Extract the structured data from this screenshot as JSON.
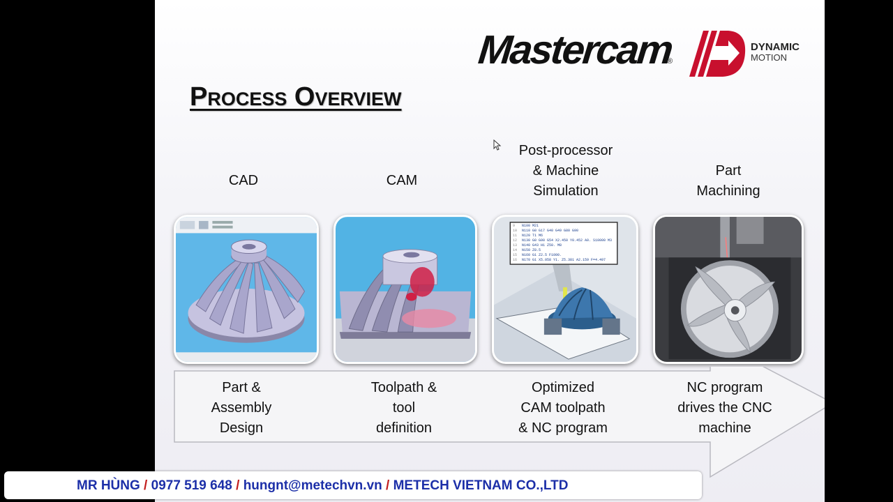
{
  "slide": {
    "logo": {
      "brand": "Mastercam",
      "reg_mark": "®",
      "mark_line1": "DYNAMIC",
      "mark_line2": "MOTION",
      "accent": "#c8102e"
    },
    "title": "Process Overview",
    "steps": [
      {
        "label": "CAD",
        "description": "Part &\nAssembly\nDesign",
        "image": "cad-impeller-model"
      },
      {
        "label": "CAM",
        "description": "Toolpath &\ntool\ndefinition",
        "image": "cam-toolpath-view"
      },
      {
        "label": "Post-processor\n& Machine\nSimulation",
        "description": "Optimized\nCAM toolpath\n& NC program",
        "image": "machine-simulation-view",
        "code_lines": [
          {
            "num": "9",
            "text": "N100 M21"
          },
          {
            "num": "10",
            "text": "N110 G0 G17 G40 G49 G80 G90"
          },
          {
            "num": "11",
            "text": "N120 T1 M6"
          },
          {
            "num": "12",
            "text": "N130 G0 G90 G54 X2.450 Y0.452 A0. S10000 M3"
          },
          {
            "num": "13",
            "text": "N140 G43 H1 Z50. M8"
          },
          {
            "num": "14",
            "text": "N150 Z8.5"
          },
          {
            "num": "15",
            "text": "N160 G1 Z2.5 F1000."
          },
          {
            "num": "16",
            "text": "N170 G1 X5.058 Y1. Z5.381 A2.159 F=4.497"
          }
        ]
      },
      {
        "label": "Part\nMachining",
        "description": "NC program\ndrives the CNC\nmachine",
        "image": "cnc-machining-photo"
      }
    ]
  },
  "footer": {
    "name": "MR HÙNG",
    "sep1": " / ",
    "phone": "0977 519 648",
    "sep2": " / ",
    "email": "hungnt@metechvn.vn",
    "sep3": " / ",
    "company": "METECH VIETNAM CO.,LTD"
  }
}
